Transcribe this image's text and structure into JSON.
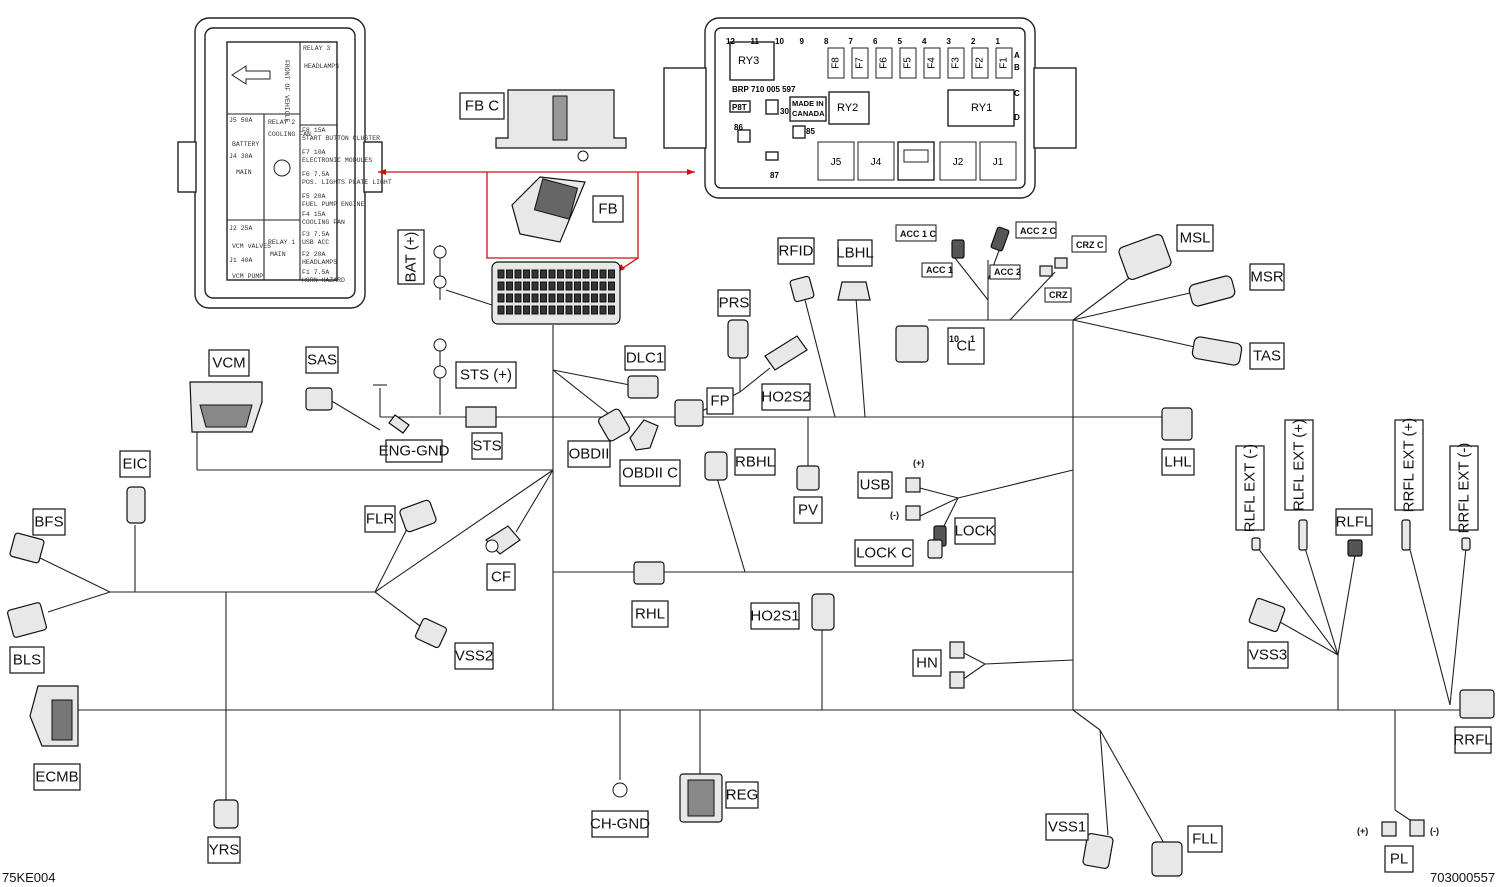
{
  "labels": {
    "fbc": "FB C",
    "fb": "FB",
    "bat": "BAT (+)",
    "sts_plus": "STS (+)",
    "sts": "STS",
    "vcm": "VCM",
    "sas": "SAS",
    "eng_gnd": "ENG-GND",
    "eic": "EIC",
    "bfs": "BFS",
    "bls": "BLS",
    "flr": "FLR",
    "vss2": "VSS2",
    "cf": "CF",
    "ecmb": "ECMB",
    "yrs": "YRS",
    "ch_gnd": "CH-GND",
    "reg": "REG",
    "dlc1": "DLC1",
    "obdii": "OBDII",
    "obdii_c": "OBDII C",
    "prs": "PRS",
    "fp": "FP",
    "h02s2": "HO2S2",
    "rfid": "RFID",
    "lbhl": "LBHL",
    "rbhl": "RBHL",
    "pv": "PV",
    "rhl": "RHL",
    "h02s1": "HO2S1",
    "usb": "USB",
    "lock": "LOCK",
    "lock_c": "LOCK C",
    "hn": "HN",
    "cl": "CL",
    "msl": "MSL",
    "msr": "MSR",
    "tas": "TAS",
    "lhl": "LHL",
    "rlfl_ext_neg": "RLFL  EXT (-)",
    "rlfl_ext_pos": "RLFL  EXT (+)",
    "rlfl": "RLFL",
    "rrfl_ext_pos": "RRFL  EXT (+)",
    "rrfl_ext_neg": "RRFL  EXT (-)",
    "vss3": "VSS3",
    "rrfl": "RRFL",
    "vss1": "VSS1",
    "fll": "FLL",
    "pl": "PL"
  },
  "small_labels": {
    "acc1c": "ACC 1  C",
    "acc2c": "ACC 2  C",
    "acc1": "ACC 1",
    "acc2": "ACC 2",
    "crzc": "CRZ  C",
    "crz": "CRZ",
    "usb_pos": "(+)",
    "usb_neg": "(-)",
    "pl_pos": "(+)",
    "pl_neg": "(-)",
    "cl_pins_a": "10",
    "cl_pins_b": "1"
  },
  "fuse_box_top": {
    "ry3": "RY3",
    "ry2": "RY2",
    "ry1": "RY1",
    "fuses": [
      "F8",
      "F7",
      "F6",
      "F5",
      "F4",
      "F3",
      "F2",
      "F1"
    ],
    "pin_numbers": [
      "12",
      "11",
      "10",
      "9",
      "8",
      "7",
      "6",
      "5",
      "4",
      "3",
      "2",
      "1"
    ],
    "part_no": "BRP  710 005 597",
    "p8t": "P8T",
    "made_in": "MADE IN",
    "canada": "CANADA",
    "r30": "30",
    "r85": "85",
    "r86": "86",
    "r87": "87",
    "row_a": "A",
    "row_b": "B",
    "row_c": "C",
    "row_d": "D",
    "jacks": [
      "J5",
      "J4",
      "J2",
      "J1"
    ]
  },
  "fuse_box_left": {
    "relay3": "RELAY 3",
    "headlamps": "HEADLAMPS",
    "front": "FRONT OF VEHICLE",
    "j5": "J5     50A",
    "battery": "BATTERY",
    "j4": "J4     30A",
    "main": "MAIN",
    "relay2": "RELAY 2",
    "cooling_fan": "COOLING FAN",
    "f8": "F8     15A",
    "f8d": "START BUTTON CLUSTER",
    "f7": "F7     10A",
    "f7d": "ELECTRONIC MODULES",
    "f6": "F6    7.5A",
    "f6d": "POS. LIGHTS PLATE LIGHT",
    "f5": "F5     20A",
    "f5d": "FUEL PUMP ENGINE",
    "f4": "F4     15A",
    "f4d": "COOLING FAN",
    "j2": "J2     25A",
    "vcm_valves": "VCM VALVES",
    "f3": "F3    7.5A",
    "f3d": "USB ACC",
    "relay1": "RELAY 1",
    "main2": "MAIN",
    "f2": "F2     20A",
    "f2d": "HEADLAMPS",
    "j1": "J1     40A",
    "vcm_pump": "VCM PUMP",
    "f1": "F1    7.5A",
    "f1d": "HORN HAZARD"
  },
  "footer": {
    "left": "75KE004",
    "right": "703000557"
  }
}
